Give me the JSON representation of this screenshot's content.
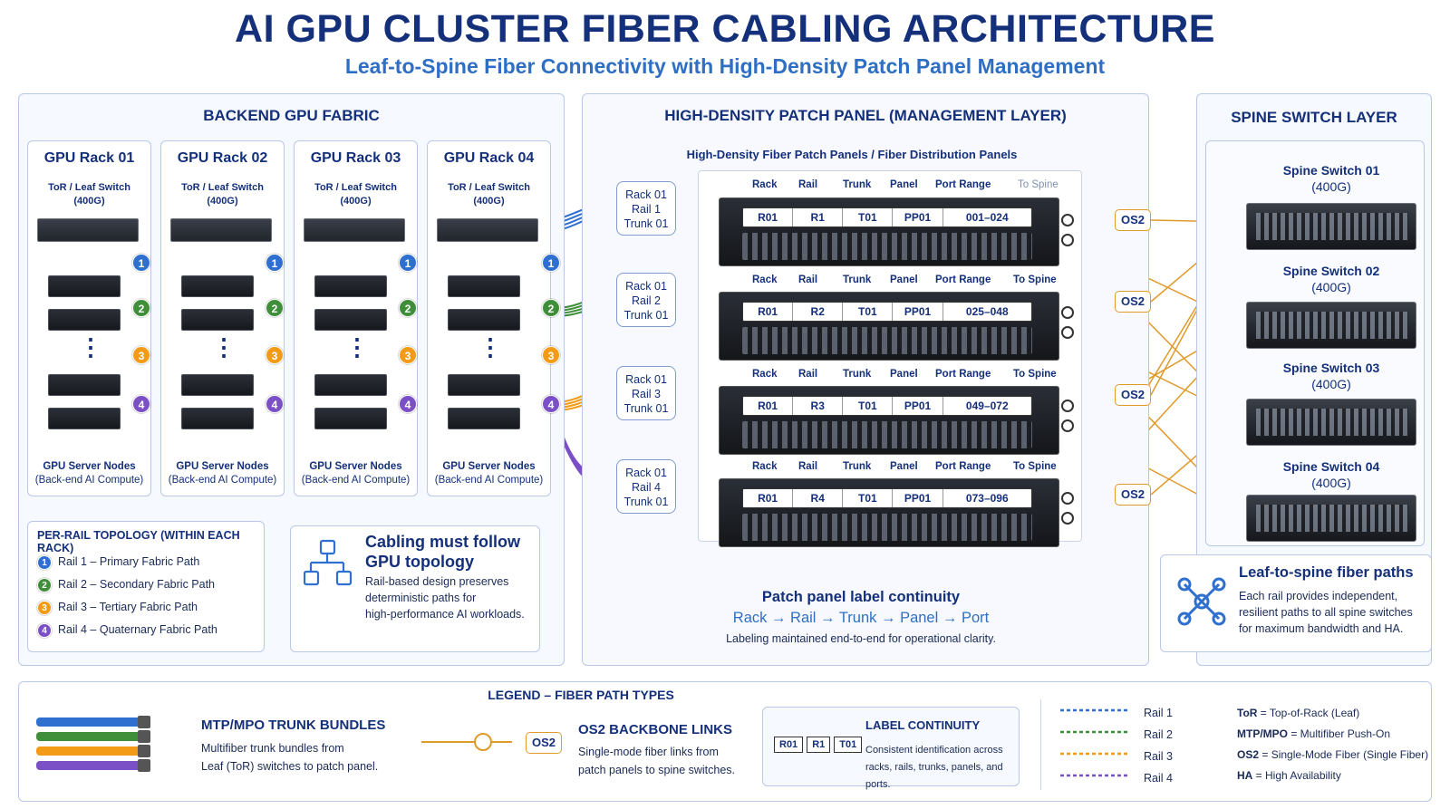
{
  "title": "AI GPU CLUSTER FIBER CABLING ARCHITECTURE",
  "subtitle": "Leaf-to-Spine Fiber Connectivity with High-Density Patch Panel Management",
  "colors": {
    "rail1": "#2f6fd0",
    "rail2": "#3f8f3a",
    "rail3": "#f39b16",
    "rail4": "#7b4fc6",
    "os2": "#e09a2a",
    "navy": "#14307a"
  },
  "backend": {
    "title": "BACKEND GPU FABRIC",
    "racks": [
      {
        "name": "GPU Rack 01",
        "switch": "ToR / Leaf Switch",
        "speed": "(400G)",
        "foot1": "GPU Server Nodes",
        "foot2": "(Back-end AI Compute)"
      },
      {
        "name": "GPU Rack 02",
        "switch": "ToR / Leaf Switch",
        "speed": "(400G)",
        "foot1": "GPU Server Nodes",
        "foot2": "(Back-end AI Compute)"
      },
      {
        "name": "GPU Rack 03",
        "switch": "ToR / Leaf Switch",
        "speed": "(400G)",
        "foot1": "GPU Server Nodes",
        "foot2": "(Back-end AI Compute)"
      },
      {
        "name": "GPU Rack 04",
        "switch": "ToR / Leaf Switch",
        "speed": "(400G)",
        "foot1": "GPU Server Nodes",
        "foot2": "(Back-end AI Compute)"
      }
    ],
    "badges": [
      "1",
      "2",
      "3",
      "4"
    ],
    "ellipsis": "⋮",
    "topology": {
      "title": "PER-RAIL TOPOLOGY (WITHIN EACH RACK)",
      "items": [
        {
          "num": "1",
          "label": "Rail 1 – Primary Fabric Path"
        },
        {
          "num": "2",
          "label": "Rail 2 – Secondary Fabric Path"
        },
        {
          "num": "3",
          "label": "Rail 3 – Tertiary Fabric Path"
        },
        {
          "num": "4",
          "label": "Rail 4 – Quaternary Fabric Path"
        }
      ]
    },
    "note": {
      "title1": "Cabling must follow",
      "title2": "GPU topology",
      "line1": "Rail-based design preserves",
      "line2": "deterministic paths for",
      "line3": "high-performance AI workloads."
    }
  },
  "patch": {
    "title": "HIGH-DENSITY PATCH PANEL (MANAGEMENT LAYER)",
    "frame_title": "High-Density Fiber Patch Panels / Fiber Distribution Panels",
    "headers": [
      "Rack",
      "Rail",
      "Trunk",
      "Panel",
      "Port Range",
      "To Spine"
    ],
    "tags": [
      {
        "l1": "Rack 01",
        "l2": "Rail 1",
        "l3": "Trunk 01"
      },
      {
        "l1": "Rack 01",
        "l2": "Rail 2",
        "l3": "Trunk 01"
      },
      {
        "l1": "Rack 01",
        "l2": "Rail 3",
        "l3": "Trunk 01"
      },
      {
        "l1": "Rack 01",
        "l2": "Rail 4",
        "l3": "Trunk 01"
      }
    ],
    "panels": [
      {
        "rack": "R01",
        "rail": "R1",
        "trunk": "T01",
        "panel": "PP01",
        "range": "001–024"
      },
      {
        "rack": "R01",
        "rail": "R2",
        "trunk": "T01",
        "panel": "PP01",
        "range": "025–048"
      },
      {
        "rack": "R01",
        "rail": "R3",
        "trunk": "T01",
        "panel": "PP01",
        "range": "049–072"
      },
      {
        "rack": "R01",
        "rail": "R4",
        "trunk": "T01",
        "panel": "PP01",
        "range": "073–096"
      }
    ],
    "os2": "OS2",
    "continuity": {
      "title": "Patch panel label continuity",
      "flow": "Rack → Rail → Trunk → Panel → Port",
      "desc": "Labeling maintained end-to-end for operational clarity."
    }
  },
  "spine": {
    "title": "SPINE SWITCH LAYER",
    "switches": [
      {
        "name": "Spine Switch 01",
        "speed": "(400G)"
      },
      {
        "name": "Spine Switch 02",
        "speed": "(400G)"
      },
      {
        "name": "Spine Switch 03",
        "speed": "(400G)"
      },
      {
        "name": "Spine Switch 04",
        "speed": "(400G)"
      }
    ],
    "note": {
      "title": "Leaf-to-spine fiber paths",
      "line1": "Each rail provides independent,",
      "line2": "resilient paths to all spine switches",
      "line3": "for maximum bandwidth and HA."
    }
  },
  "legend": {
    "title": "LEGEND – FIBER PATH TYPES",
    "mtp_title": "MTP/MPO TRUNK BUNDLES",
    "mtp_line1": "Multifiber trunk bundles from",
    "mtp_line2": "Leaf (ToR) switches to patch panel.",
    "os2_badge": "OS2",
    "os2_title": "OS2 BACKBONE LINKS",
    "os2_line1": "Single-mode fiber links from",
    "os2_line2": "patch panels to spine switches.",
    "label_chips": [
      "R01",
      "R1",
      "T01"
    ],
    "label_title": "LABEL CONTINUITY",
    "label_line1": "Consistent identification across",
    "label_line2": "racks, rails, trunks, panels, and ports.",
    "rails": [
      "Rail 1",
      "Rail 2",
      "Rail 3",
      "Rail 4"
    ],
    "abbr": [
      {
        "k": "ToR",
        "v": " = Top-of-Rack (Leaf)"
      },
      {
        "k": "MTP/MPO",
        "v": " = Multifiber Push-On"
      },
      {
        "k": "OS2",
        "v": " = Single-Mode Fiber (Single Fiber)"
      },
      {
        "k": "HA",
        "v": " = High Availability"
      }
    ]
  }
}
